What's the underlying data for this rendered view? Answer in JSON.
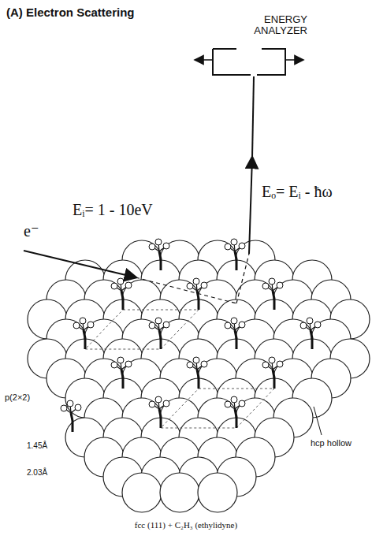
{
  "diagram": {
    "title": "(A) Electron Scattering",
    "caption": "fcc (111) + C₂H₃ (ethylidyne)",
    "labels": [
      "ENERGY ANALYZER",
      "e⁻",
      "Eᵢ= 1 - 10eV",
      "Eₒ= Eᵢ - ħω",
      "p(2×2)",
      "1.45Å",
      "2.03Å",
      "hcp hollow"
    ]
  }
}
